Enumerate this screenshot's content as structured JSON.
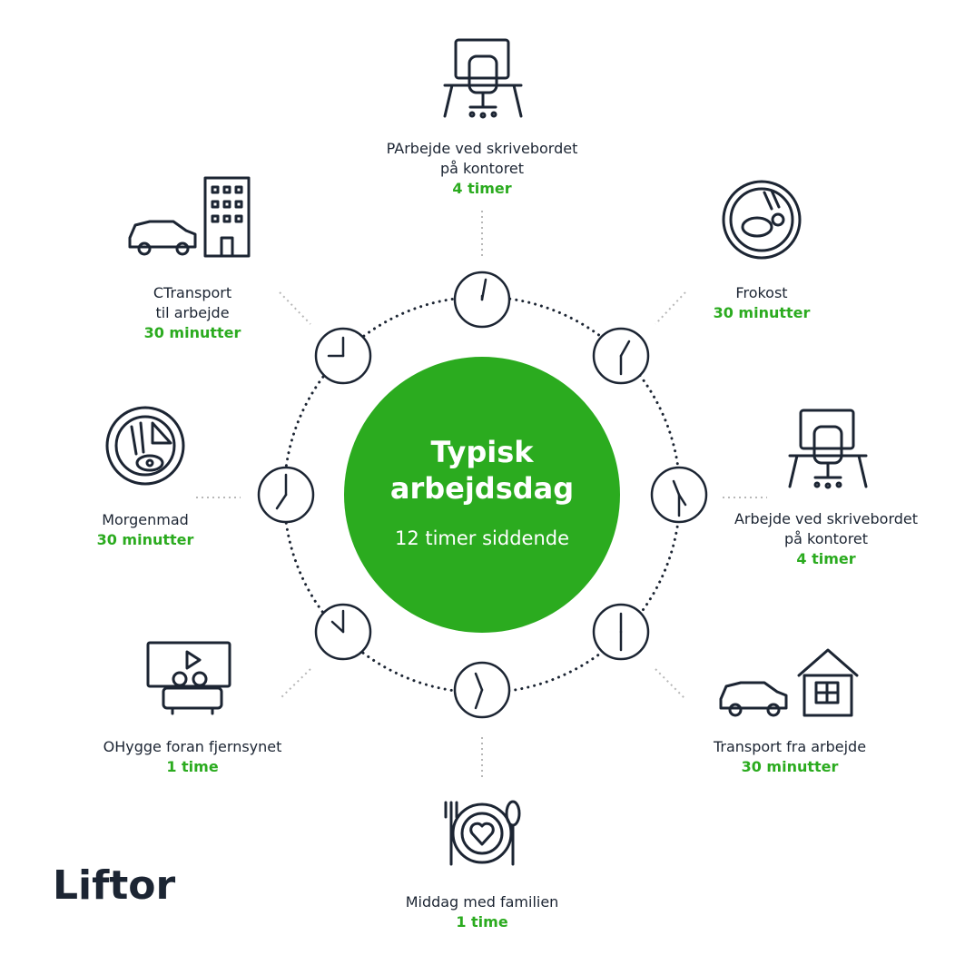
{
  "center": {
    "title_line1": "Typisk",
    "title_line2": "arbejdsdag",
    "subtitle": "12 timer siddende"
  },
  "brand": {
    "logo_text": "Liftor"
  },
  "colors": {
    "green": "#2bab1f",
    "ink": "#1c2533",
    "dots": "#1c2533",
    "connector": "#b8b8b8"
  },
  "activities": [
    {
      "title_line1": "PArbejde ved skrivebordet",
      "title_line2": "på kontoret",
      "duration": "4 timer",
      "icon": "desk-workstation-icon"
    },
    {
      "title_line1": "Frokost",
      "title_line2": "",
      "duration": "30 minutter",
      "icon": "lunch-plate-icon"
    },
    {
      "title_line1": "Arbejde ved skrivebordet",
      "title_line2": "på kontoret",
      "duration": "4 timer",
      "icon": "desk-workstation-icon"
    },
    {
      "title_line1": "Transport fra arbejde",
      "title_line2": "",
      "duration": "30 minutter",
      "icon": "car-home-icon"
    },
    {
      "title_line1": "Middag med familien",
      "title_line2": "",
      "duration": "1 time",
      "icon": "dinner-heart-icon"
    },
    {
      "title_line1": "OHygge foran fjernsynet",
      "title_line2": "",
      "duration": "1 time",
      "icon": "tv-couch-icon"
    },
    {
      "title_line1": "Morgenmad",
      "title_line2": "",
      "duration": "30 minutter",
      "icon": "breakfast-plate-icon"
    },
    {
      "title_line1": "CTransport",
      "title_line2": "til arbejde",
      "duration": "30 minutter",
      "icon": "car-office-icon"
    }
  ]
}
